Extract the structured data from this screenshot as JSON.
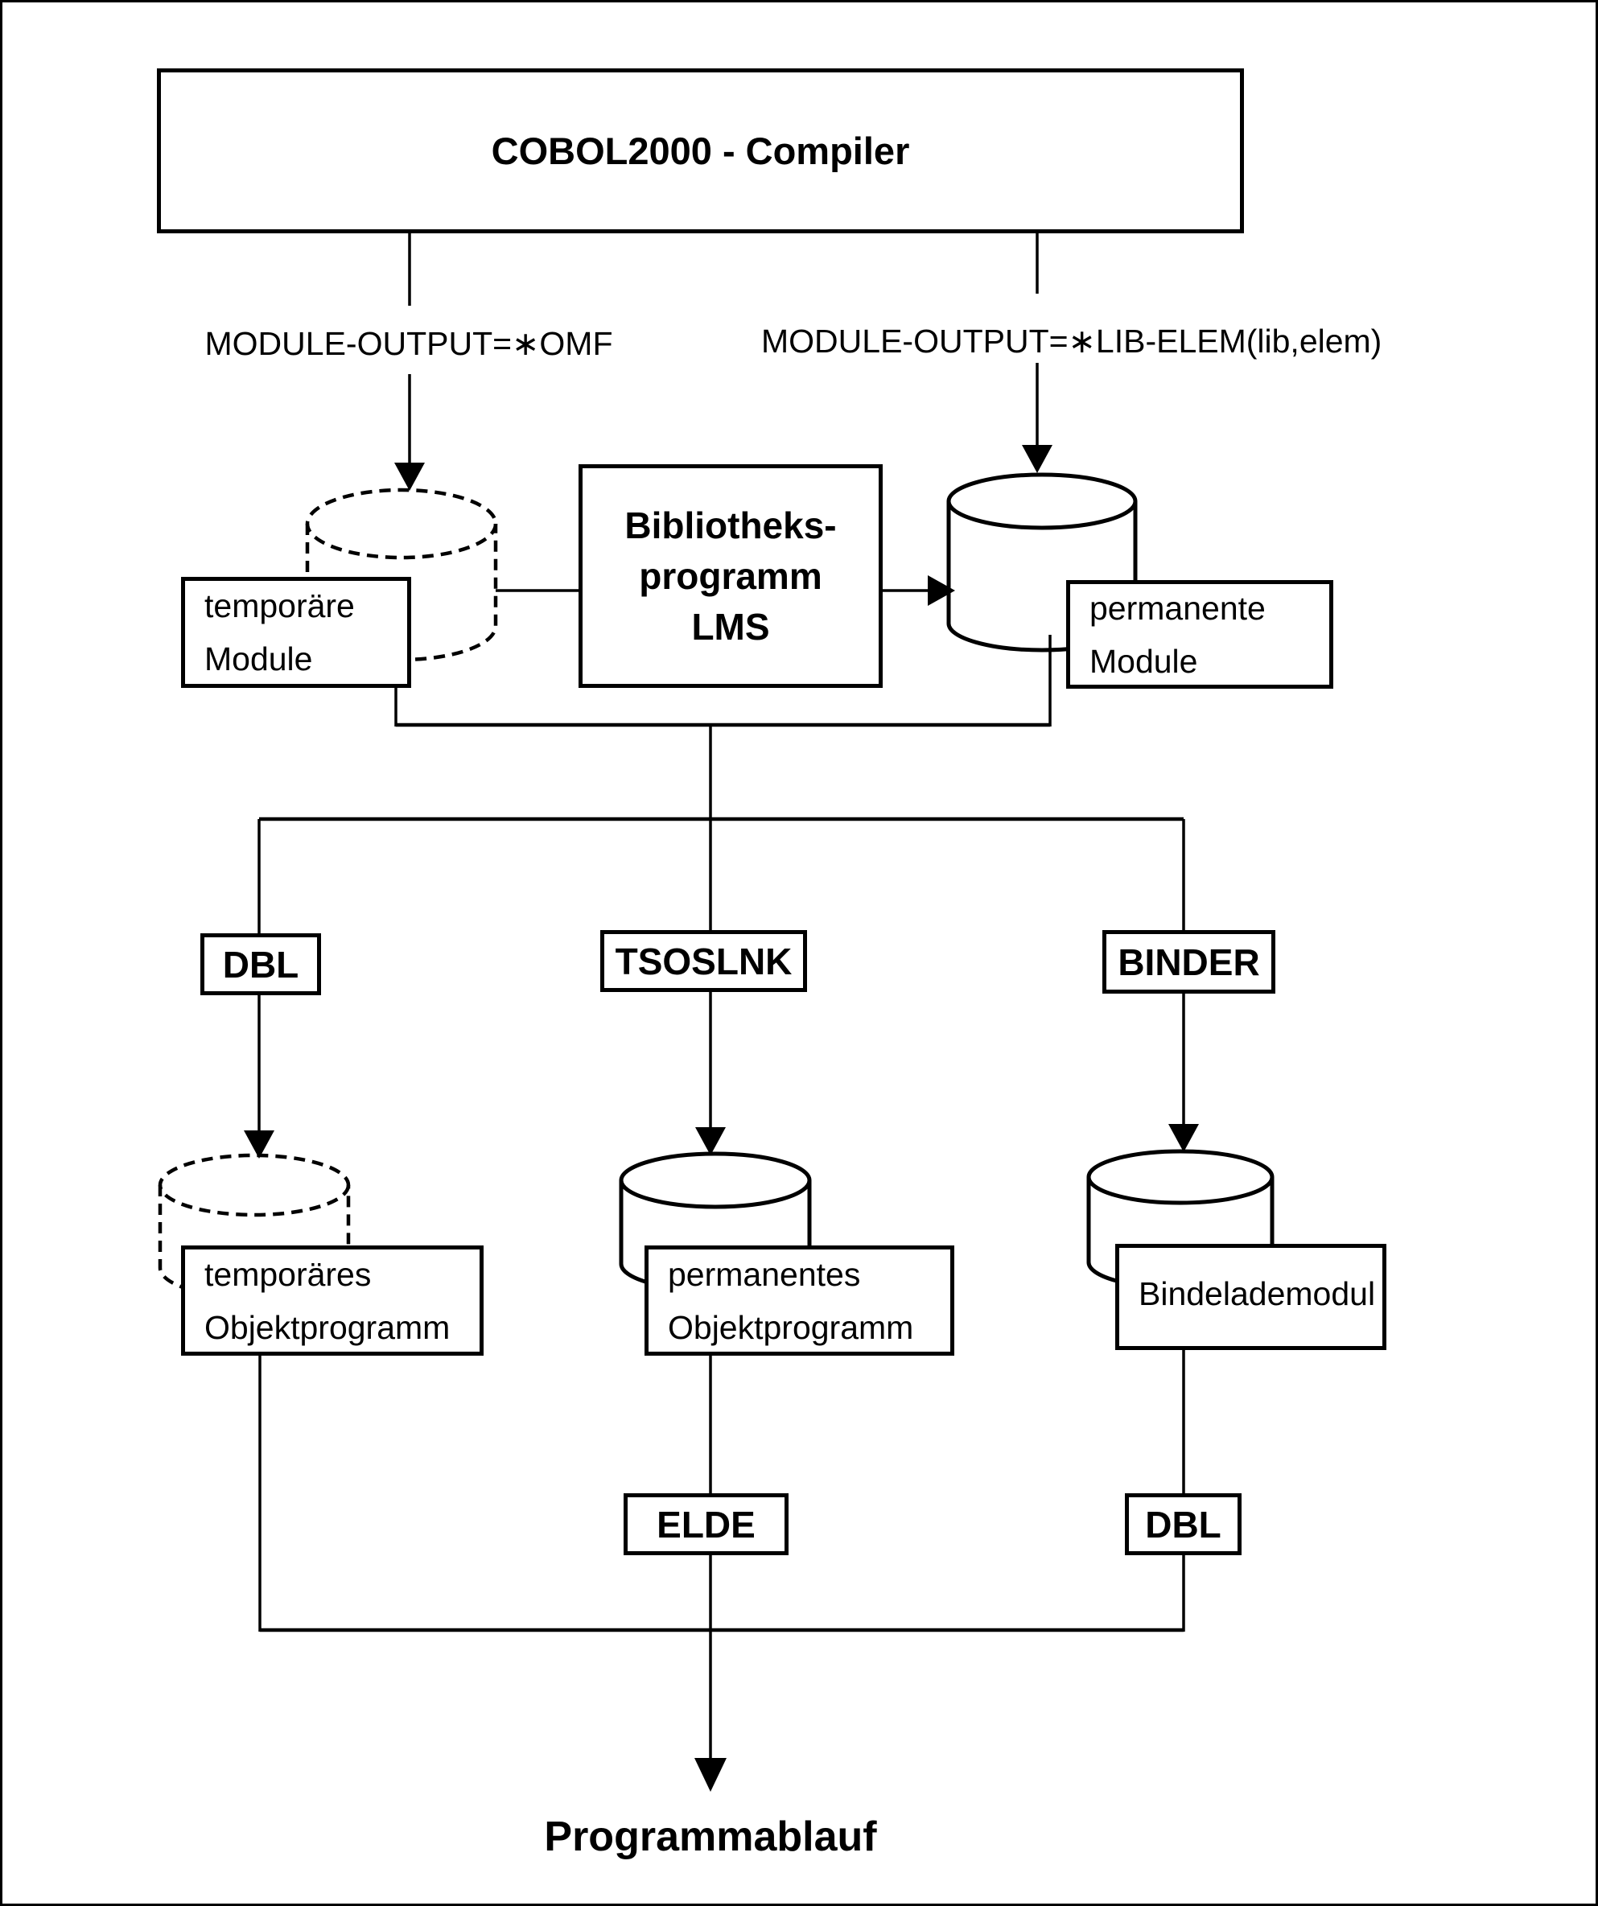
{
  "colors": {
    "ink": "#000000",
    "paper": "#ffffff"
  },
  "compiler": {
    "title": "COBOL2000 - Compiler"
  },
  "outputs": {
    "omf": "MODULE-OUTPUT=∗OMF",
    "lib_elem": "MODULE-OUTPUT=∗LIB-ELEM(lib,elem)"
  },
  "lms": {
    "line1": "Bibliotheks-",
    "line2": "programm",
    "line3": "LMS"
  },
  "stores": {
    "temp_modules": {
      "line1": "temporäre",
      "line2": "Module"
    },
    "perm_modules": {
      "line1": "permanente",
      "line2": "Module"
    },
    "temp_object": {
      "line1": "temporäres",
      "line2": "Objektprogramm"
    },
    "perm_object": {
      "line1": "permanentes",
      "line2": "Objektprogramm"
    },
    "load_module": {
      "line1": "Bindelademodul"
    }
  },
  "tools": {
    "dbl": "DBL",
    "tsoslnk": "TSOSLNK",
    "binder": "BINDER",
    "elde": "ELDE",
    "dbl_bottom": "DBL"
  },
  "result": {
    "label": "Programmablauf"
  }
}
